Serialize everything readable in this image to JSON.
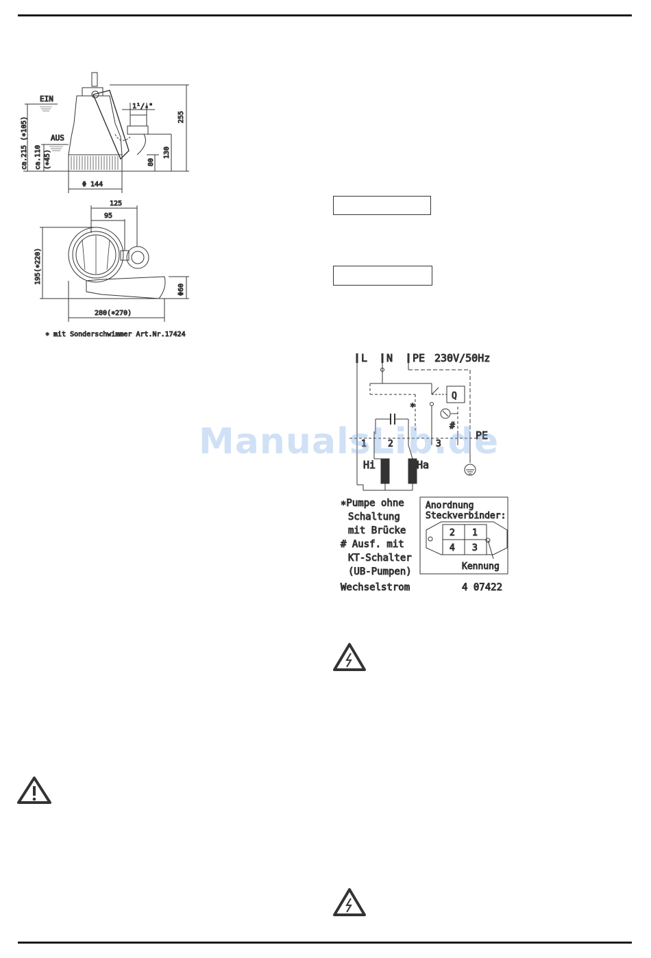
{
  "watermark": "ManualsLib.de",
  "pump_drawing": {
    "level_on": "EIN",
    "level_off": "AUS",
    "dim_ca215": "ca.215 (∗105)",
    "dim_ca110": "ca.110",
    "dim_45": "(∗45)",
    "dim_thread": "1¹/₄\"",
    "dim_80": "80",
    "dim_130": "130",
    "dim_255": "255",
    "dim_diam144": "Φ 144",
    "dim_125": "125",
    "dim_95": "95",
    "dim_195": "195(∗220)",
    "dim_diam60": "Φ60",
    "dim_280": "280(∗270)",
    "footnote": "∗ mit Sonderschwimmer Art.Nr.17424"
  },
  "wiring": {
    "term_l": "L",
    "term_n": "N",
    "term_pe": "PE",
    "supply": "230V/50Hz",
    "q_label": "Q",
    "star": "∗",
    "hash": "#",
    "pin1": "1",
    "pin2": "2",
    "pin3": "3",
    "pe_right": "PE",
    "hi": "Hi",
    "ha": "Ha",
    "note_star_1": "∗Pumpe ohne",
    "note_star_2": "Schaltung",
    "note_star_3": "mit Brücke",
    "note_hash_1": "# Ausf. mit",
    "note_hash_2": "KT-Schalter",
    "note_hash_3": "(UB-Pumpen)",
    "current_type": "Wechselstrom",
    "drawing_no": "4 07422",
    "connector_title_1": "Anordnung",
    "connector_title_2": "Steckverbinder:",
    "c_2": "2",
    "c_1": "1",
    "c_4": "4",
    "c_3": "3",
    "kennung": "Kennung"
  }
}
